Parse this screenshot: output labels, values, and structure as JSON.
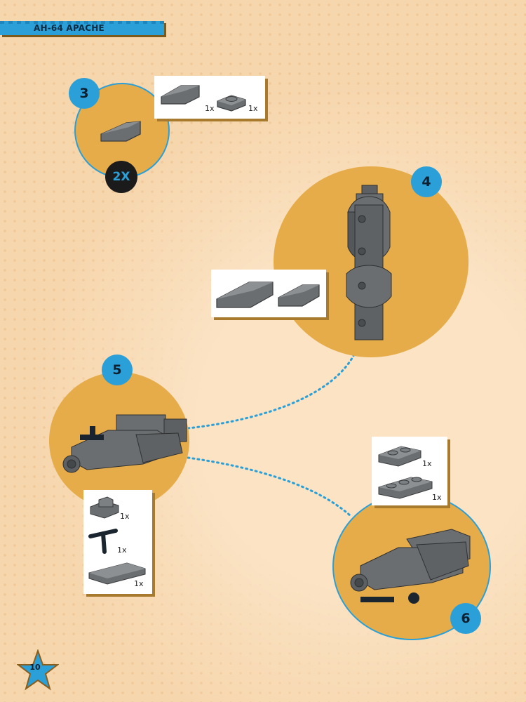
{
  "header": {
    "title": "AH-64 APACHE"
  },
  "steps": [
    {
      "number": "3",
      "multiplier": "2X",
      "parts": [
        {
          "name": "curved-slope-2x1",
          "qty": "1x"
        },
        {
          "name": "plate-1x1",
          "qty": "1x"
        }
      ]
    },
    {
      "number": "4",
      "parts": [
        {
          "name": "curved-slope-3x1"
        },
        {
          "name": "curved-slope-2x1"
        }
      ]
    },
    {
      "number": "5",
      "parts": [
        {
          "name": "clip-plate",
          "qty": "1x"
        },
        {
          "name": "bar-with-stud",
          "qty": "1x"
        },
        {
          "name": "tile-2x4",
          "qty": "1x"
        }
      ]
    },
    {
      "number": "6",
      "parts": [
        {
          "name": "plate-1x2",
          "qty": "1x"
        },
        {
          "name": "plate-1x3",
          "qty": "1x"
        }
      ]
    }
  ],
  "colors": {
    "accent": "#2a9fd8",
    "circle": "#e6ac4a",
    "brick": "#6b6e70",
    "dark": "#1b1b1b"
  },
  "footer": {
    "page_number": "10"
  }
}
